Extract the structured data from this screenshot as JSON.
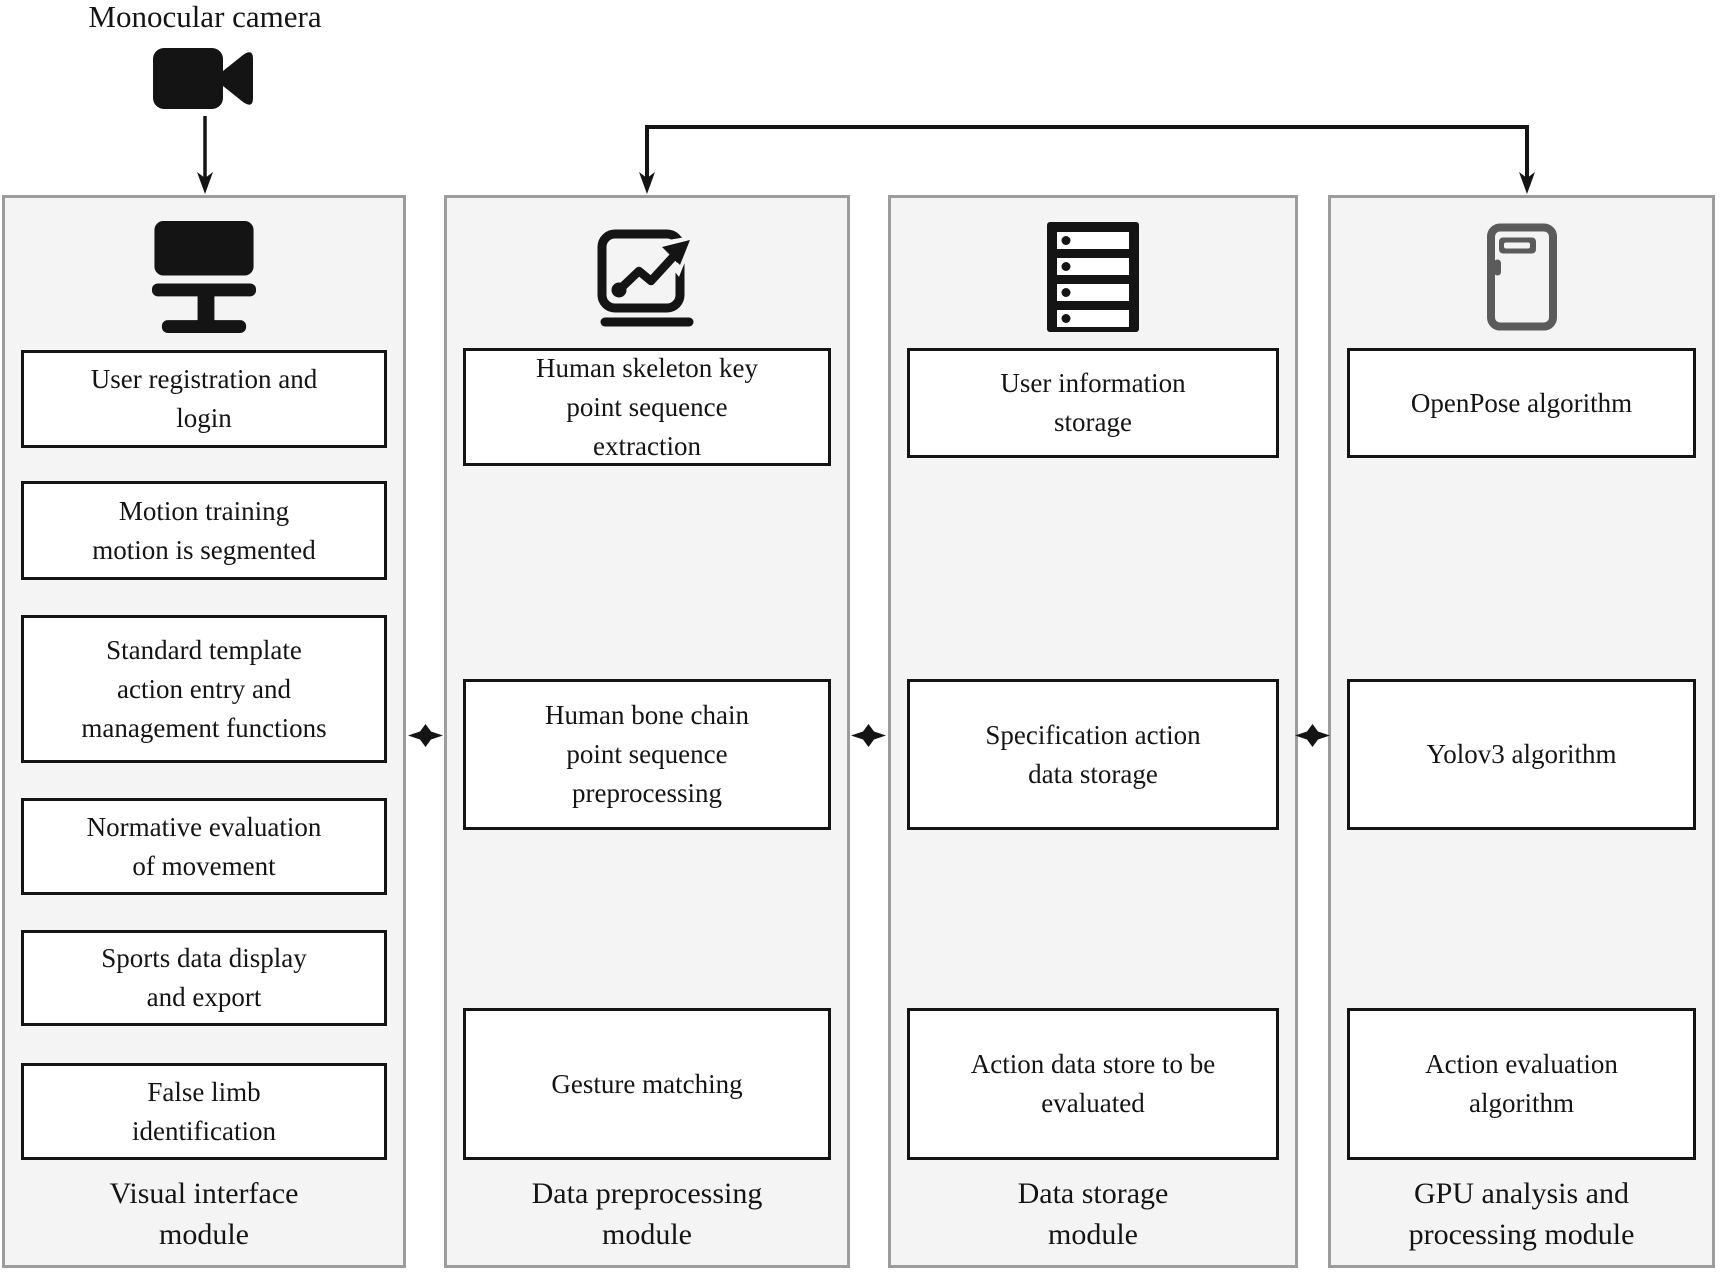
{
  "camera": {
    "label": "Monocular camera"
  },
  "colors": {
    "column-bg": "#f4f4f4",
    "column-border": "#9c9c9c",
    "box-border": "#141414",
    "text": "#141414",
    "arrow": "#141414",
    "gpu-icon": "#5b5b5b"
  },
  "icons": [
    "video-camera-icon",
    "monitor-icon",
    "chart-trend-icon",
    "server-icon",
    "gpu-icon"
  ],
  "modules": [
    {
      "id": "visual-interface",
      "icon": "monitor-icon",
      "boxes": [
        "User registration and\nlogin",
        "Motion training\nmotion is segmented",
        "Standard template\naction entry and\nmanagement functions",
        "Normative evaluation\nof movement",
        "Sports data display\nand export",
        "False limb\nidentification"
      ],
      "label": "Visual interface\nmodule"
    },
    {
      "id": "data-preprocessing",
      "icon": "chart-trend-icon",
      "boxes": [
        "Human skeleton key\npoint sequence\nextraction",
        "Human bone chain\npoint sequence\npreprocessing",
        "Gesture matching"
      ],
      "label": "Data preprocessing\nmodule"
    },
    {
      "id": "data-storage",
      "icon": "server-icon",
      "boxes": [
        "User information\nstorage",
        "Specification action\ndata storage",
        "Action data store to be\nevaluated"
      ],
      "label": "Data storage\nmodule"
    },
    {
      "id": "gpu-analysis",
      "icon": "gpu-icon",
      "boxes": [
        "OpenPose algorithm",
        "Yolov3 algorithm",
        "Action evaluation\nalgorithm"
      ],
      "label": "GPU analysis and\nprocessing module"
    }
  ]
}
